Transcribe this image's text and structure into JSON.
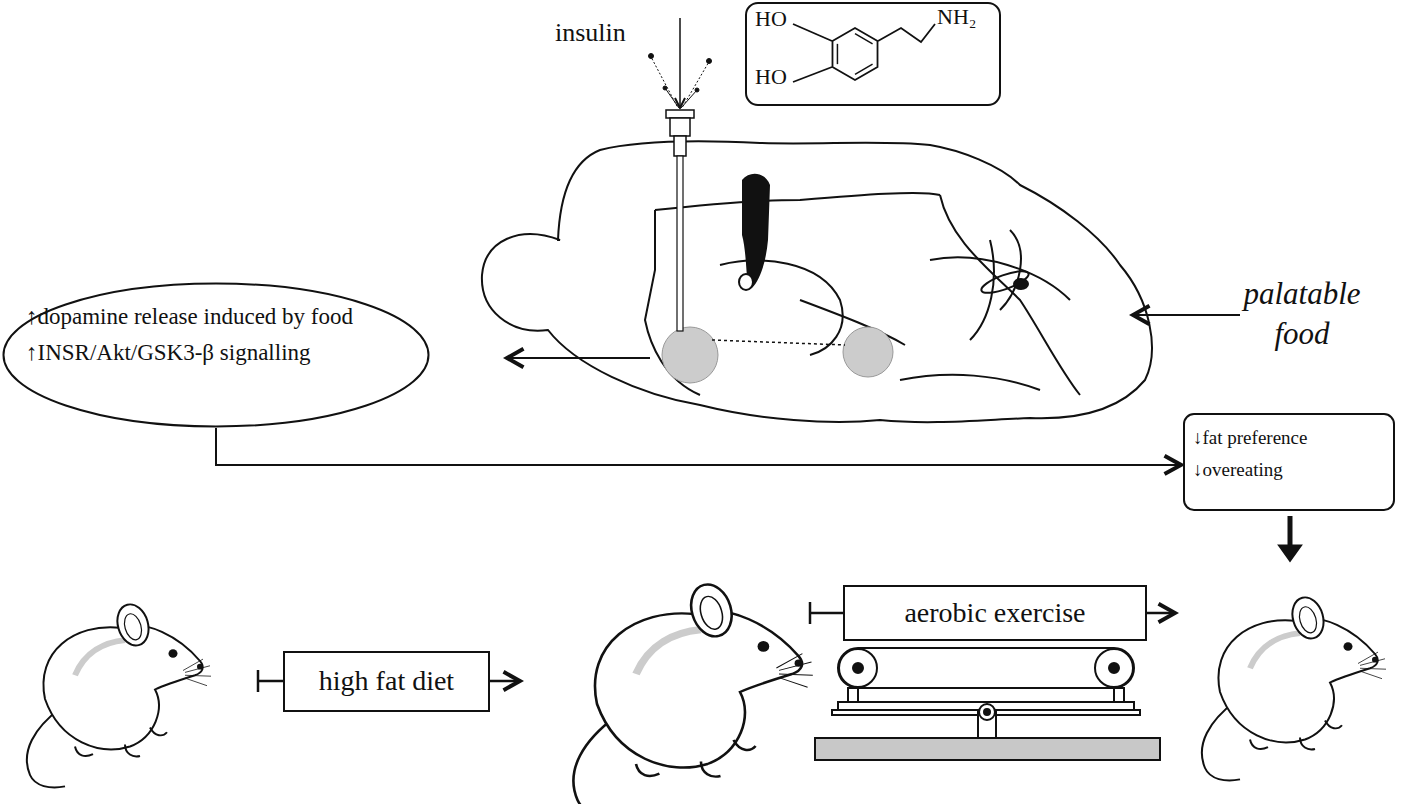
{
  "diagram": {
    "nodes": [
      {
        "text": [
          "↑dopamine release induced by food",
          "↑INSR/Akt/GSK3-β signalling"
        ]
      },
      {
        "text": [
          "↓fat preference",
          "↓overeating"
        ]
      },
      {
        "text": [
          "high fat diet"
        ]
      },
      {
        "text": [
          "aerobic exercise"
        ]
      },
      {
        "text": [
          "HO",
          "HO",
          "NH₂"
        ]
      }
    ],
    "edges": [
      {
        "from": 0,
        "to": 1,
        "arrow": "to"
      }
    ],
    "labels": [
      "insulin",
      "palatable food"
    ]
  }
}
